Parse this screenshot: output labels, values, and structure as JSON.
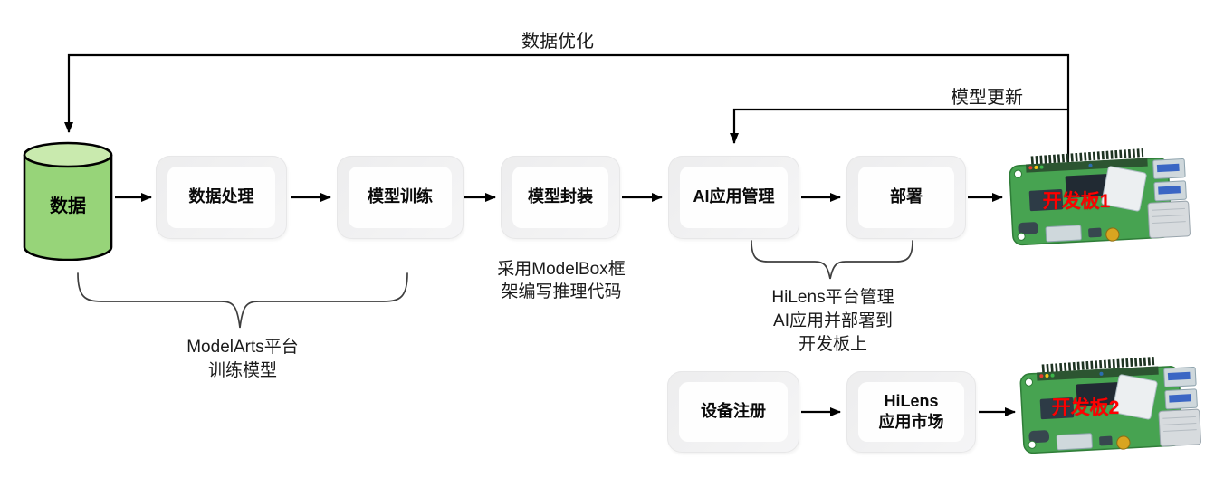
{
  "diagram": {
    "feedback": {
      "data_optimization_label": "数据优化",
      "model_update_label": "模型更新"
    },
    "source": {
      "label": "数据"
    },
    "main_flow": [
      {
        "label": "数据处理"
      },
      {
        "label": "模型训练"
      },
      {
        "label": "模型封装"
      },
      {
        "label": "AI应用管理"
      },
      {
        "label": "部署"
      }
    ],
    "bottom_flow": [
      {
        "label": "设备注册"
      },
      {
        "label": "HiLens\n应用市场"
      }
    ],
    "boards": {
      "board1_label": "开发板1",
      "board2_label": "开发板2"
    },
    "annotations": {
      "modelbox_note": "采用ModelBox框\n架编写推理代码",
      "modelarts_note": "ModelArts平台\n训练模型",
      "hilens_note": "HiLens平台管理\nAI应用并部署到\n开发板上"
    },
    "colors": {
      "cylinder_body": "#97d479",
      "cylinder_top": "#c9eaae",
      "board_label_red": "#ff0000",
      "pcb_green": "#47a351",
      "line_black": "#000000"
    }
  }
}
